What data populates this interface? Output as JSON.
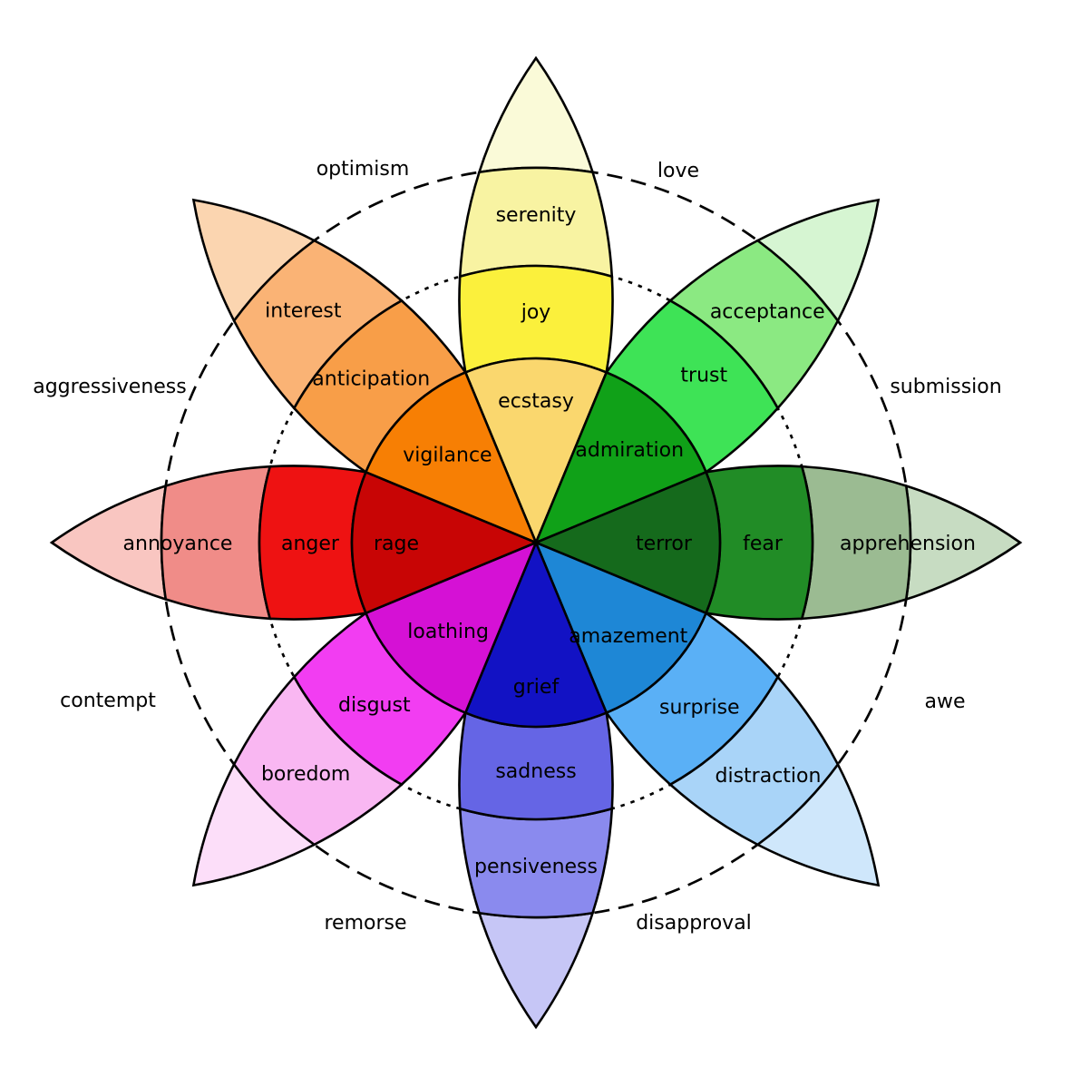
{
  "background": "#FFFFFF",
  "line_color": "#000000",
  "text_color": "#000000",
  "wheel": {
    "description": "Plutchik wheel of emotions: 8 petals, 3 labeled intensity bands each plus an unlabeled pale tip band, with 8 dyad labels between petals",
    "petals": [
      {
        "direction": "up",
        "emotions": {
          "inner": "ecstasy",
          "middle": "joy",
          "outer": "serenity"
        },
        "colors": {
          "inner": "#FAD76E",
          "middle": "#FBF03C",
          "outer": "#F8F3A2",
          "tip": "#FAFAD8"
        }
      },
      {
        "direction": "up-right",
        "emotions": {
          "inner": "admiration",
          "middle": "trust",
          "outer": "acceptance"
        },
        "colors": {
          "inner": "#10A118",
          "middle": "#3EE356",
          "outer": "#8BE982",
          "tip": "#D6F5D2"
        }
      },
      {
        "direction": "right",
        "emotions": {
          "inner": "terror",
          "middle": "fear",
          "outer": "apprehension"
        },
        "colors": {
          "inner": "#156A1C",
          "middle": "#218C26",
          "outer": "#9BBB92",
          "tip": "#C7DCC2"
        }
      },
      {
        "direction": "down-right",
        "emotions": {
          "inner": "amazement",
          "middle": "surprise",
          "outer": "distraction"
        },
        "colors": {
          "inner": "#1E87D6",
          "middle": "#5AB0F6",
          "outer": "#A9D4F8",
          "tip": "#CFE7FB"
        }
      },
      {
        "direction": "down",
        "emotions": {
          "inner": "grief",
          "middle": "sadness",
          "outer": "pensiveness"
        },
        "colors": {
          "inner": "#1212C4",
          "middle": "#6565E5",
          "outer": "#8A8AEE",
          "tip": "#C6C6F6"
        }
      },
      {
        "direction": "down-left",
        "emotions": {
          "inner": "loathing",
          "middle": "disgust",
          "outer": "boredom"
        },
        "colors": {
          "inner": "#D511D5",
          "middle": "#F23DF2",
          "outer": "#F9B7F2",
          "tip": "#FCDEF9"
        }
      },
      {
        "direction": "left",
        "emotions": {
          "inner": "rage",
          "middle": "anger",
          "outer": "annoyance"
        },
        "colors": {
          "inner": "#C80505",
          "middle": "#EE1212",
          "outer": "#F08C88",
          "tip": "#F9C6C1"
        }
      },
      {
        "direction": "up-left",
        "emotions": {
          "inner": "vigilance",
          "middle": "anticipation",
          "outer": "interest"
        },
        "colors": {
          "inner": "#F77F04",
          "middle": "#F89E48",
          "outer": "#FAB375",
          "tip": "#FBD5B0"
        }
      }
    ],
    "dyads": [
      {
        "label": "optimism",
        "position": "top-left"
      },
      {
        "label": "love",
        "position": "top-right"
      },
      {
        "label": "submission",
        "position": "right-upper"
      },
      {
        "label": "awe",
        "position": "right-lower"
      },
      {
        "label": "disapproval",
        "position": "bottom-right"
      },
      {
        "label": "remorse",
        "position": "bottom-left"
      },
      {
        "label": "contempt",
        "position": "left-lower"
      },
      {
        "label": "aggressiveness",
        "position": "left-upper"
      }
    ]
  }
}
